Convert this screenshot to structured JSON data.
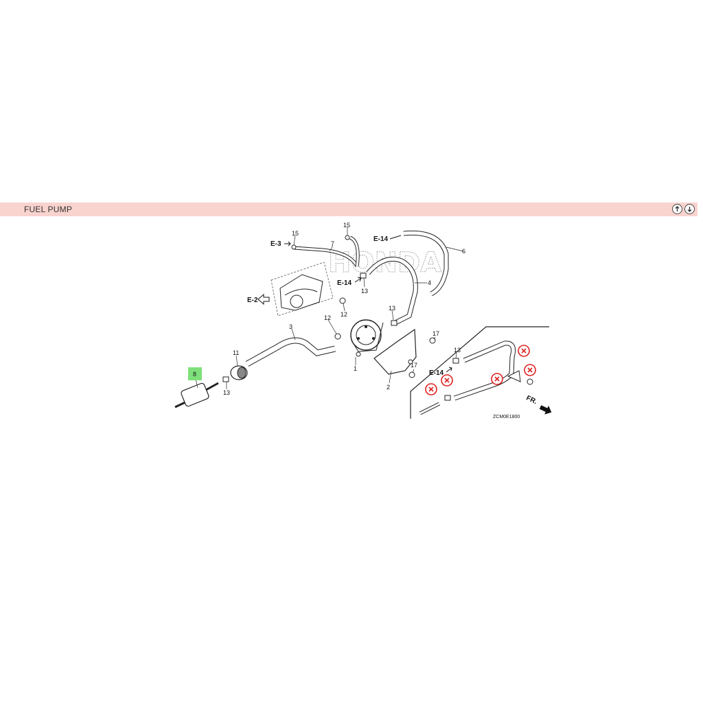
{
  "header": {
    "title": "FUEL PUMP",
    "prev_icon": "arrow-up-circle-icon",
    "next_icon": "arrow-down-circle-icon"
  },
  "diagram": {
    "watermark": "HONDA",
    "code": "ZCM0E1800",
    "direction_label": "FR.",
    "references": {
      "e3": "E-3",
      "e2": "E-2",
      "e14_a": "E-14",
      "e14_b": "E-14",
      "e14_c": "E-14"
    },
    "callouts": {
      "c15a": "15",
      "c15b": "15",
      "c7": "7",
      "c6": "6",
      "c4": "4",
      "c13a": "13",
      "c13b": "13",
      "c13c": "13",
      "c13d": "13",
      "c12a": "12",
      "c12b": "12",
      "c3": "3",
      "c1": "1",
      "c2": "2",
      "c17a": "17",
      "c17b": "17",
      "c11": "11",
      "c8": "8"
    },
    "highlight": {
      "part": "8",
      "color": "#7ee07a"
    },
    "unavailable_icon": "cross-circle-icon",
    "unavailable_color": "#e02020"
  }
}
